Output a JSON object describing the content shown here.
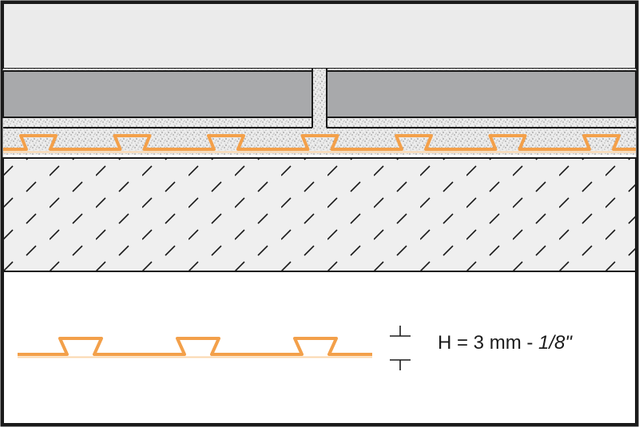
{
  "colors": {
    "background_top": "#ebebeb",
    "tile": "#a8a9ab",
    "mortar": "#ececec",
    "membrane": "#f3a04a",
    "membrane_highlight": "#fbd7ad",
    "hatch_fill": "#efefef",
    "outline": "#1a1a1a",
    "panel": "#ffffff"
  },
  "layers": [
    "top-surface",
    "tile",
    "thinset-mortar",
    "uncoupling-membrane",
    "substrate"
  ],
  "membrane_profile": {
    "cavities_count": 7,
    "detail_cavities_count": 3
  },
  "dimension": {
    "prefix": "H = 3 mm - ",
    "value_italic": "1/8\""
  }
}
